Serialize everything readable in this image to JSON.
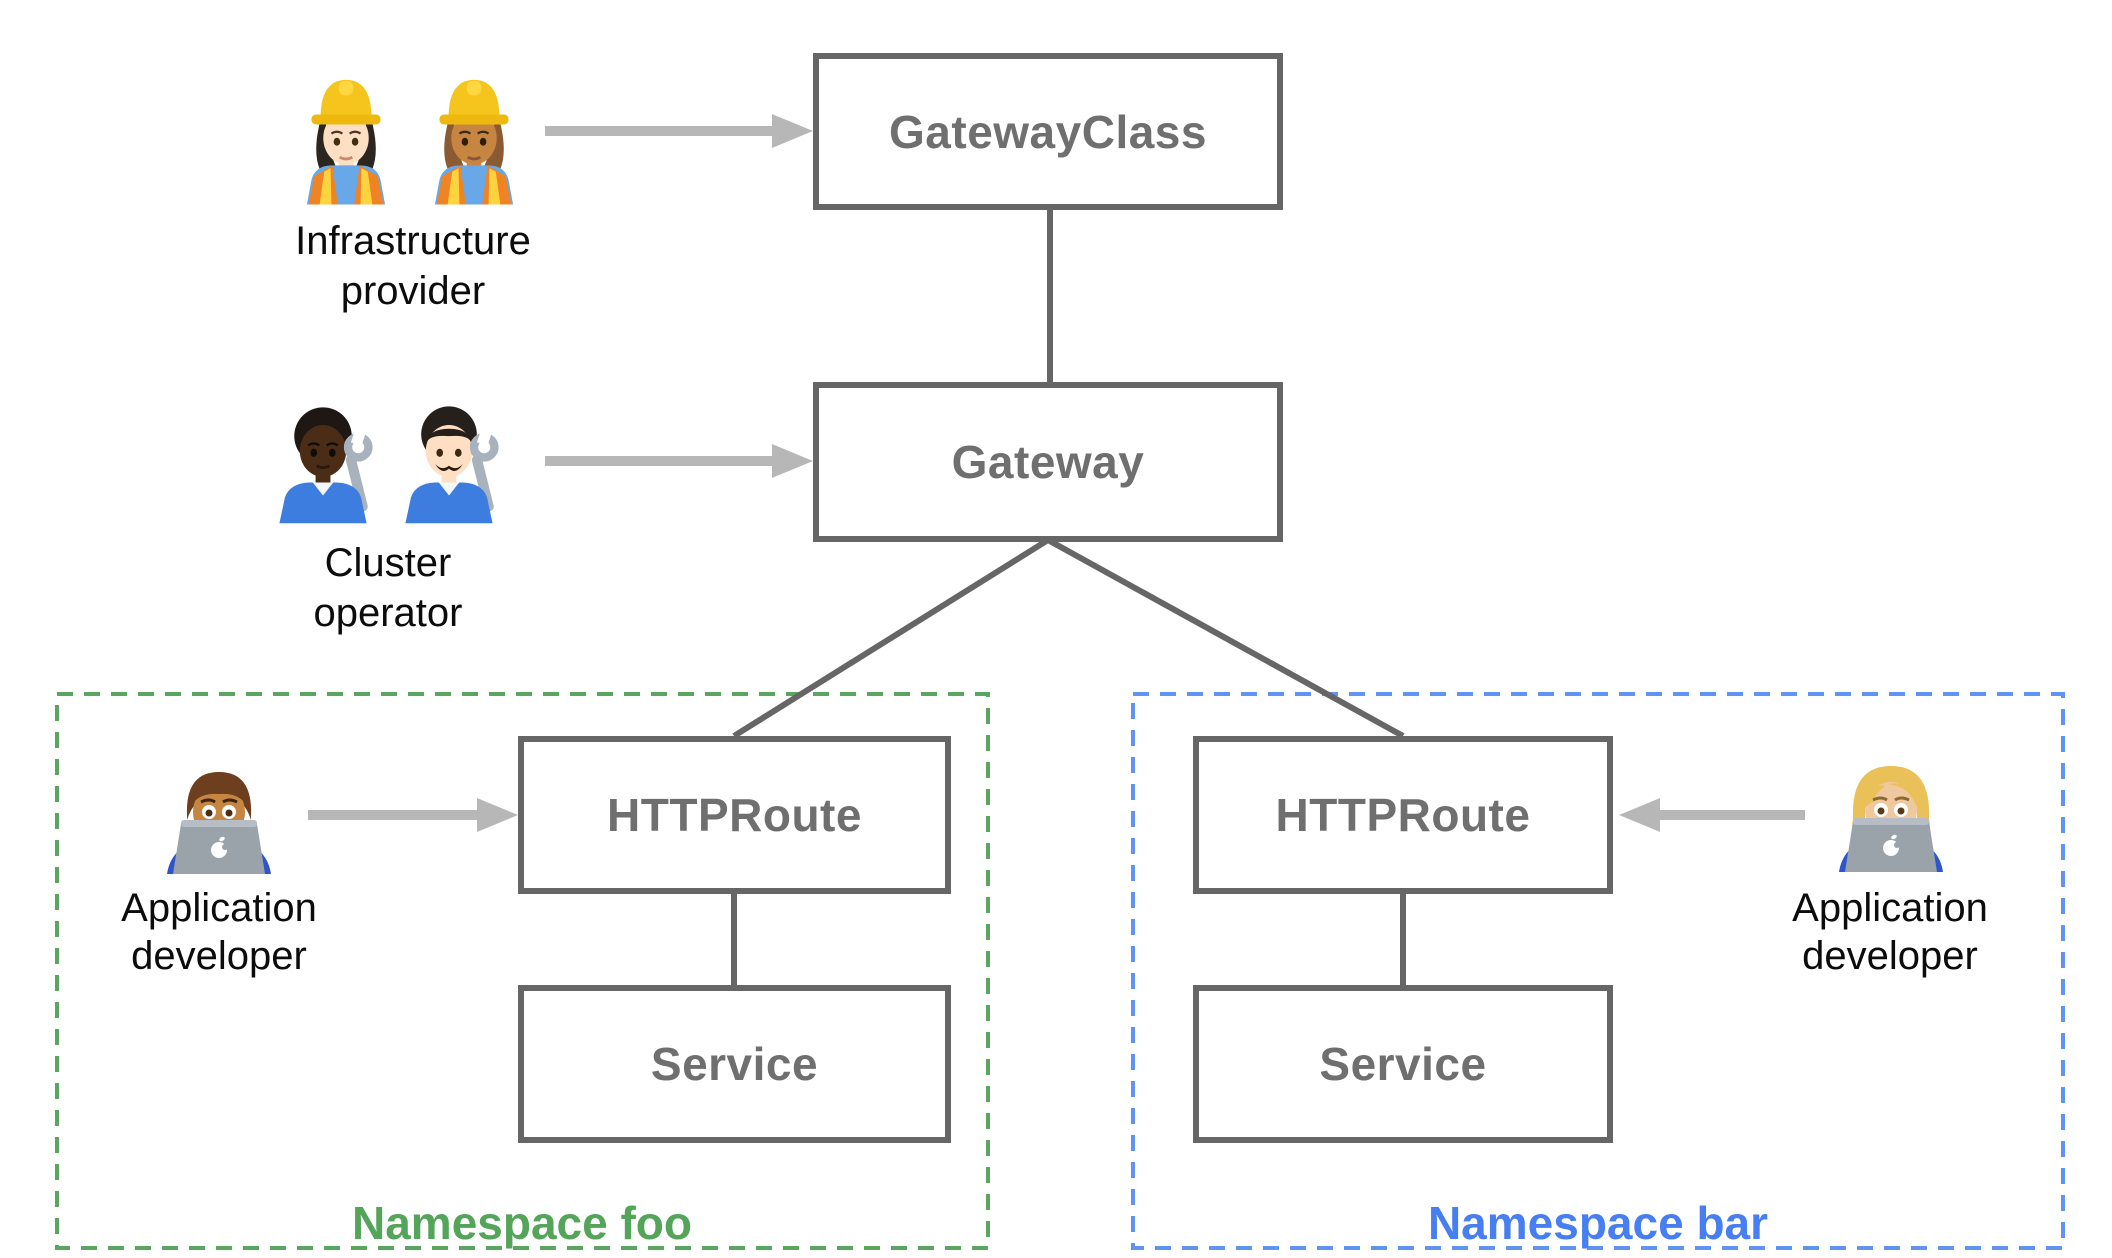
{
  "boxes": {
    "gatewayclass": {
      "label": "GatewayClass"
    },
    "gateway": {
      "label": "Gateway"
    },
    "httproute_foo": {
      "label": "HTTPRoute"
    },
    "service_foo": {
      "label": "Service"
    },
    "httproute_bar": {
      "label": "HTTPRoute"
    },
    "service_bar": {
      "label": "Service"
    }
  },
  "personas": {
    "infrastructure_provider": {
      "line1": "Infrastructure",
      "line2": "provider",
      "icons": [
        "woman-construction-worker-light-skin-icon",
        "woman-construction-worker-medium-skin-icon"
      ]
    },
    "cluster_operator": {
      "line1": "Cluster",
      "line2": "operator",
      "icons": [
        "mechanic-dark-skin-icon",
        "man-mechanic-light-skin-icon"
      ]
    },
    "application_developer_foo": {
      "line1": "Application",
      "line2": "developer",
      "icons": [
        "man-technologist-icon"
      ]
    },
    "application_developer_bar": {
      "line1": "Application",
      "line2": "developer",
      "icons": [
        "woman-technologist-icon"
      ]
    }
  },
  "namespaces": {
    "foo": {
      "label": "Namespace foo",
      "dash_color": "#5aa660",
      "label_color": "#54a45a"
    },
    "bar": {
      "label": "Namespace bar",
      "dash_color": "#5f93f6",
      "label_color": "#477ef2"
    }
  },
  "colors": {
    "background": "#ffffff",
    "box_border": "#666666",
    "box_label": "#6f6f6f",
    "connector": "#666666",
    "arrow": "#b7b7b7",
    "persona_label": "#0c0c0c"
  }
}
